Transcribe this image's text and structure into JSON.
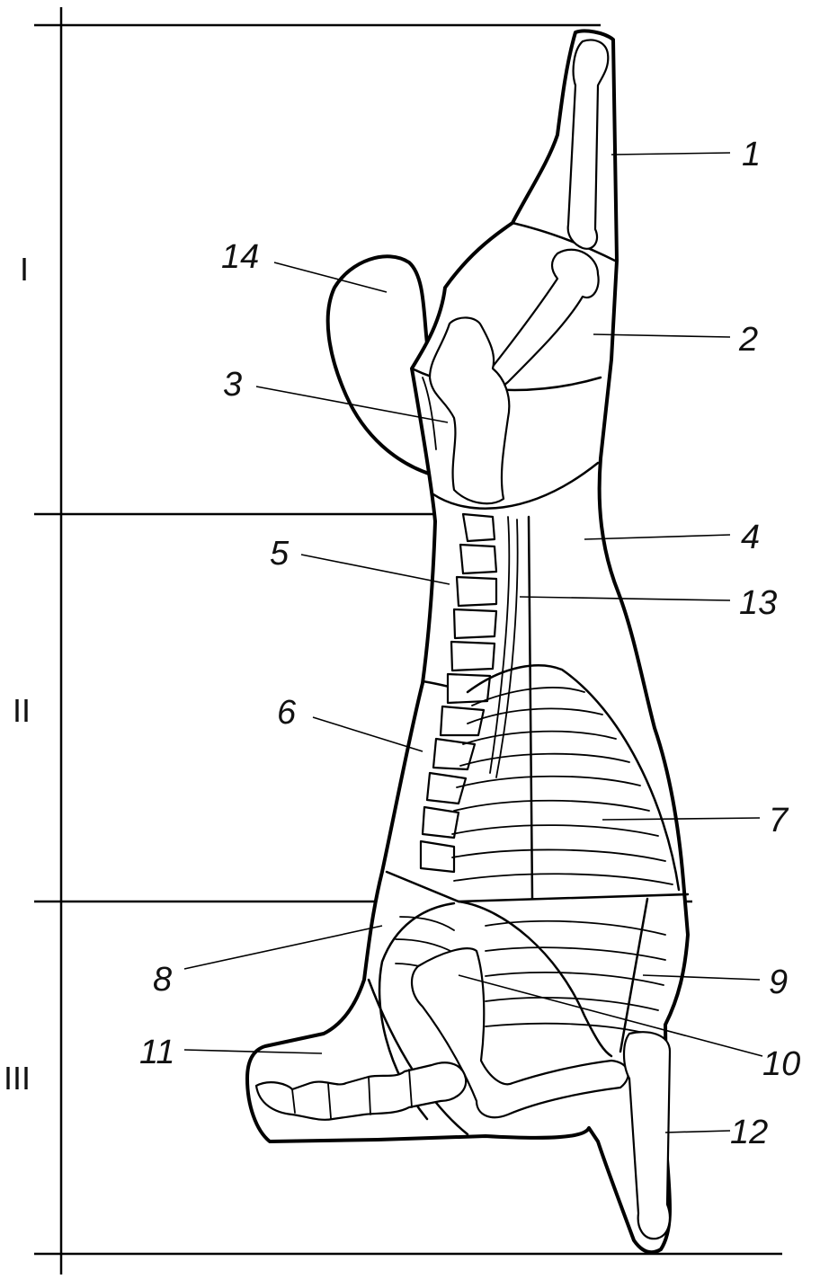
{
  "sections": [
    {
      "id": "I",
      "label": "I"
    },
    {
      "id": "II",
      "label": "II"
    },
    {
      "id": "III",
      "label": "III"
    }
  ],
  "parts": [
    {
      "n": "1",
      "label": "1"
    },
    {
      "n": "2",
      "label": "2"
    },
    {
      "n": "3",
      "label": "3"
    },
    {
      "n": "4",
      "label": "4"
    },
    {
      "n": "5",
      "label": "5"
    },
    {
      "n": "6",
      "label": "6"
    },
    {
      "n": "7",
      "label": "7"
    },
    {
      "n": "8",
      "label": "8"
    },
    {
      "n": "9",
      "label": "9"
    },
    {
      "n": "10",
      "label": "10"
    },
    {
      "n": "11",
      "label": "11"
    },
    {
      "n": "12",
      "label": "12"
    },
    {
      "n": "13",
      "label": "13"
    },
    {
      "n": "14",
      "label": "14"
    }
  ]
}
